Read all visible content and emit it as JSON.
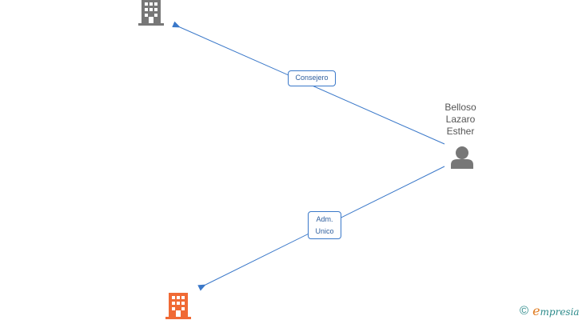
{
  "nodes": {
    "company_top": {
      "icon": "building-icon",
      "color": "#777777"
    },
    "company_bottom": {
      "icon": "building-icon",
      "color": "#f06a35"
    },
    "person": {
      "icon": "person-icon",
      "color": "#777777",
      "name_lines": [
        "Belloso",
        "Lazaro",
        "Esther"
      ]
    }
  },
  "edges": [
    {
      "from": "person",
      "to": "company_top",
      "label_lines": [
        "Consejero"
      ]
    },
    {
      "from": "person",
      "to": "company_bottom",
      "label_lines": [
        "Adm.",
        "Unico"
      ]
    }
  ],
  "edge_color": "#3a78c9",
  "brand": {
    "copyright_symbol": "©",
    "name_initial": "e",
    "name_rest": "mpresia",
    "color": "#2b8a8a",
    "accent": "#e07a1f"
  }
}
